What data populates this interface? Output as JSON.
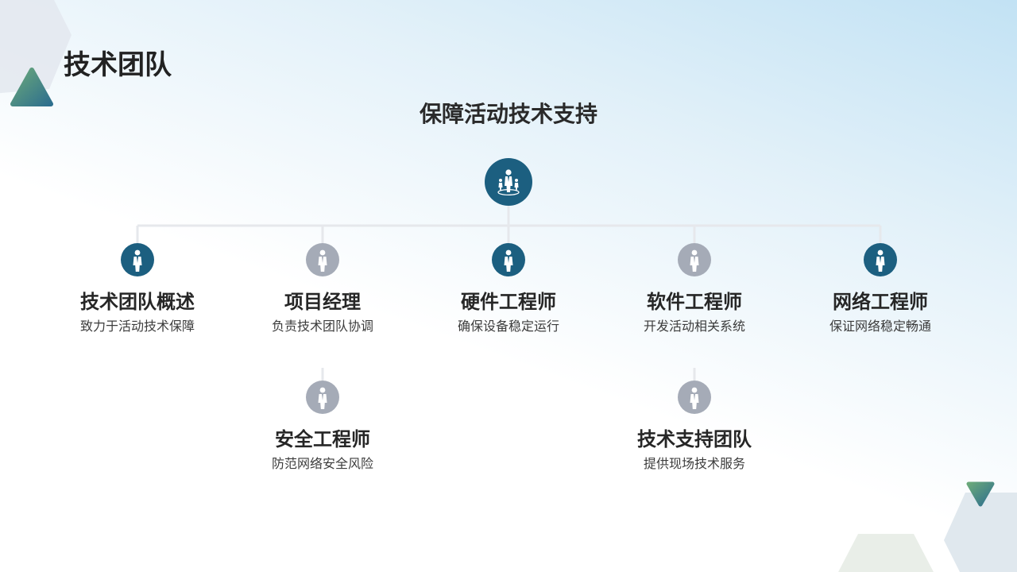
{
  "page_title": "技术团队",
  "chart_title": "保障活动技术支持",
  "colors": {
    "primary": "#1c5f80",
    "secondary": "#a5abb7",
    "connector": "#e6e8ec"
  },
  "root": {
    "icon": "people-group-icon"
  },
  "nodes": [
    {
      "title": "技术团队概述",
      "desc": "致力于活动技术保障",
      "icon": "person-icon",
      "tone": "primary"
    },
    {
      "title": "项目经理",
      "desc": "负责技术团队协调",
      "icon": "person-icon",
      "tone": "secondary"
    },
    {
      "title": "硬件工程师",
      "desc": "确保设备稳定运行",
      "icon": "person-icon",
      "tone": "primary"
    },
    {
      "title": "软件工程师",
      "desc": "开发活动相关系统",
      "icon": "person-icon",
      "tone": "secondary"
    },
    {
      "title": "网络工程师",
      "desc": "保证网络稳定畅通",
      "icon": "person-icon",
      "tone": "primary"
    },
    {
      "title": "安全工程师",
      "desc": "防范网络安全风险",
      "icon": "person-icon",
      "tone": "secondary"
    },
    {
      "title": "技术支持团队",
      "desc": "提供现场技术服务",
      "icon": "person-icon",
      "tone": "secondary"
    }
  ]
}
